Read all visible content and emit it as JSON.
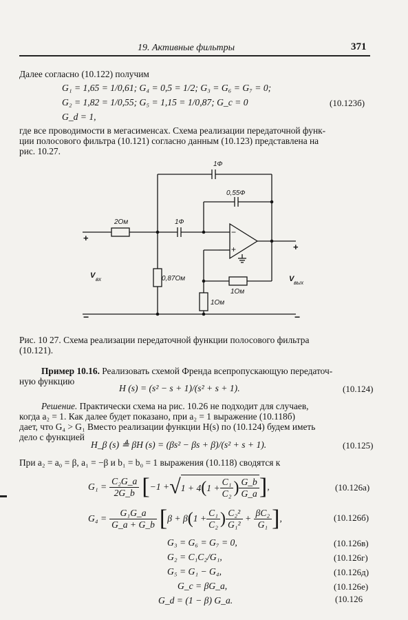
{
  "header": {
    "chapter": "19. Активные фильтры",
    "page_number": "371"
  },
  "intro_line": "Далее согласно (10.122) получим",
  "eq_10123": {
    "line1": "G₁ = 1,65 = 1/0,61;   G₄ = 0,5 = 1/2;   G₃ = G₆ = G₇ = 0;",
    "line2": "G₂ = 1,82 = 1/0,55;   G₅ = 1,15 = 1/0,87;   G_c = 0",
    "line3": "G_d = 1,",
    "number": "(10.123б)"
  },
  "para1": [
    "где все проводимости в мегасименсах. Схема реализации передаточной функ-",
    "ции полосового фильтра (10.121) согласно данным (10.123) представлена на",
    "рис. 10.27."
  ],
  "circuit_labels": {
    "cap_top": "1Ф",
    "cap_feedback": "0,55Ф",
    "res_in": "2Ом",
    "cap_series": "1Ф",
    "res_shunt": "0,87Ом",
    "res_ground": "1Ом",
    "res_feedback": "1Ом",
    "v_in": "V",
    "v_in_sub": "вх",
    "v_out": "V",
    "v_out_sub": "вых",
    "plus": "+",
    "minus": "−",
    "opamp_minus": "−",
    "opamp_plus": "+"
  },
  "caption": [
    "Рис.  10 27.  Схема  реализации  передаточной  функции  полосового  фильтра",
    "(10.121)."
  ],
  "example": {
    "title": "Пример 10.16.",
    "text1": " Реализовать схемой Френда всепропускающую передаточ-",
    "text2": "ную функцию",
    "formula": "H (s) = (s² − s + 1)/(s² + s + 1).",
    "number": "(10.124)"
  },
  "solution": {
    "label": "Решение.",
    "lines": [
      " Практически схема на рис.  10.26 не подходит для случаев,",
      "когда a₂ = 1. Как далее будет показано, при a₂ = 1 выражение (10.118б)",
      "дает, что G₄ > G₁  Вместо реализации функции H(s) по (10.124) будем иметь",
      "дело с функцией"
    ]
  },
  "eq_10125": {
    "formula": "H_β (s) ≜ βH (s) = (βs² − βs + β)/(s² + s + 1).",
    "number": "(10.125)"
  },
  "para3": "При  a₂ = a₀ = β,  a₁ = −β  и  b₁ = b₀ = 1  выражения  (10.118)  сводятся  к",
  "eq_10126a": {
    "lhs": "G₁ =",
    "num": "C₂G_a",
    "den": "2G_b",
    "inner": "−1 + ",
    "inner2": "1 + 4",
    "c1": "C₁",
    "c2": "C₂",
    "gb": "G_b",
    "ga": "G_a",
    "tail": ",",
    "number": "(10.126а)"
  },
  "eq_10126b": {
    "lhs": "G₄ =",
    "num": "G₁G_a",
    "den": "G_a + G_b",
    "b1": "β + β",
    "c1": "C₁",
    "c2": "C₂",
    "c2sq": "C₂²",
    "g1sq": "G₁²",
    "bc2": "βC₂",
    "g1": "G₁",
    "number": "(10.126б)"
  },
  "eq_list": [
    {
      "formula": "G₃ = G₆ = G₇ = 0,",
      "number": "(10.126в)"
    },
    {
      "formula": "G₂ = C₁C₂/G₁,",
      "number": "(10.126г)"
    },
    {
      "formula": "G₅ = G₁ − G₄,",
      "number": "(10.126д)"
    },
    {
      "formula": "G_c = βG_a,",
      "number": "(10.126е)"
    },
    {
      "formula": "G_d = (1 − β) G_a.",
      "number": "(10.126"
    }
  ]
}
